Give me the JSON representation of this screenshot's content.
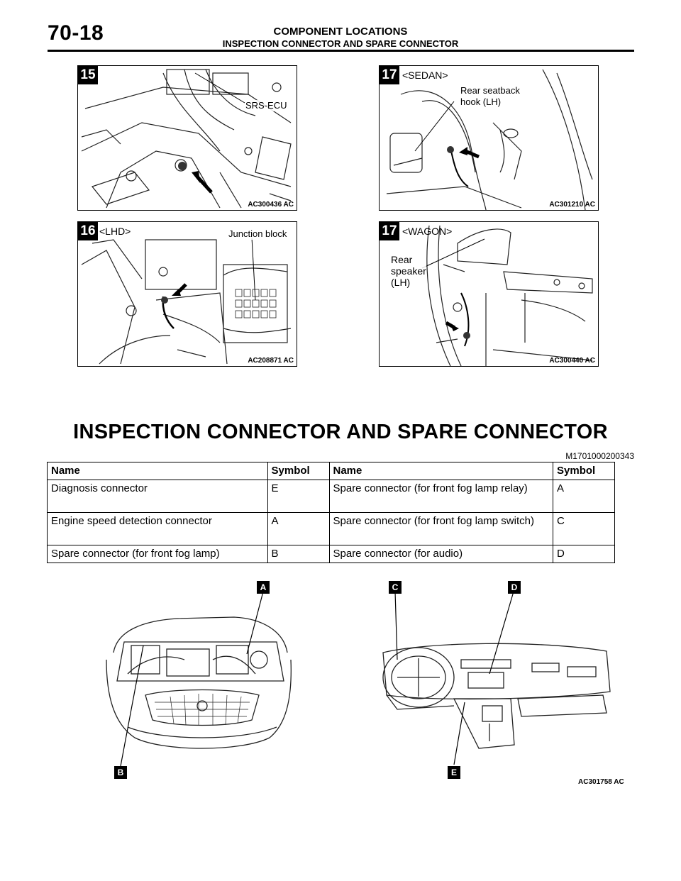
{
  "header": {
    "page_number": "70-18",
    "title": "COMPONENT LOCATIONS",
    "subtitle": "INSPECTION CONNECTOR AND SPARE CONNECTOR"
  },
  "figures": {
    "fig15": {
      "badge": "15",
      "label": "SRS-ECU",
      "code": "AC300436 AC"
    },
    "fig17_sedan": {
      "badge": "17",
      "variant": "<SEDAN>",
      "label": "Rear seatback\nhook (LH)",
      "code": "AC301210 AC"
    },
    "fig16": {
      "badge": "16",
      "variant": "<LHD>",
      "label": "Junction block",
      "code": "AC208871 AC"
    },
    "fig17_wagon": {
      "badge": "17",
      "variant": "<WAGON>",
      "label": "Rear\nspeaker\n(LH)",
      "code": "AC300440 AC"
    }
  },
  "section": {
    "title": "INSPECTION CONNECTOR AND SPARE CONNECTOR",
    "doc_id": "M1701000200343"
  },
  "table": {
    "headers": [
      "Name",
      "Symbol",
      "Name",
      "Symbol"
    ],
    "rows": [
      [
        "Diagnosis connector",
        "E",
        "Spare connector (for front fog lamp relay)",
        "A"
      ],
      [
        "Engine speed detection connector",
        "A",
        "Spare connector (for front fog lamp switch)",
        "C"
      ],
      [
        "Spare connector (for front fog lamp)",
        "B",
        "Spare connector (for audio)",
        "D"
      ]
    ]
  },
  "bottom_figure": {
    "tags": {
      "a": "A",
      "b": "B",
      "c": "C",
      "d": "D",
      "e": "E"
    },
    "code": "AC301758 AC"
  }
}
